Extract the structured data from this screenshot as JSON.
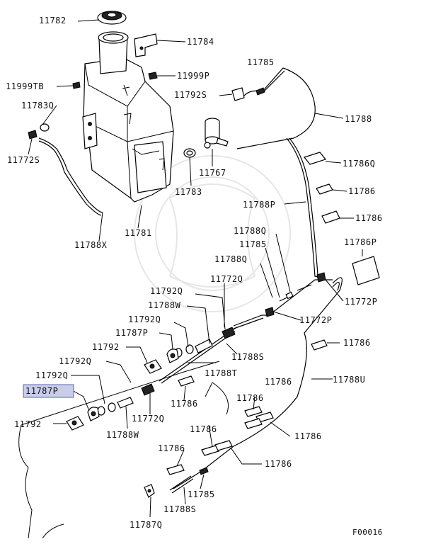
{
  "diagram_code": "F00016",
  "labels": {
    "l11782": "11782",
    "l11784": "11784",
    "l11999TB": "11999TB",
    "l11999P": "11999P",
    "l11785a": "11785",
    "l11792Sa": "11792S",
    "l11783Q": "11783Q",
    "l11788a": "11788",
    "l11772Sa": "11772S",
    "l11767": "11767",
    "l11786Qa": "11786Q",
    "l11783": "11783",
    "l11786a": "11786",
    "l11788P": "11788P",
    "l11786b": "11786",
    "l11781": "11781",
    "l11788X": "11788X",
    "l11788Qa": "11788Q",
    "l11785b": "11785",
    "l11786P": "11786P",
    "l11788Qb": "11788Q",
    "l11772Q": "11772Q",
    "l11792Qa": "11792Q",
    "l11772Pa": "11772P",
    "l11788W": "11788W",
    "l11792Qb": "11792Q",
    "l11772Pb": "11772P",
    "l11787Pa": "11787P",
    "l11786c": "11786",
    "l11792a": "11792",
    "l11788S": "11788S",
    "l11792Qc": "11792Q",
    "l11788T": "11788T",
    "l11792Qd": "11792Q",
    "l11788U": "11788U",
    "l11787Pb": "11787P",
    "l11786d": "11786",
    "l11786e": "11786",
    "l11792b": "11792",
    "l11772Qb": "11772Q",
    "l11786f": "11786",
    "l11788Wb": "11788W",
    "l11786g": "11786",
    "l11786h": "11786",
    "l11786i": "11786",
    "l11785c": "11785",
    "l11788Sb": "11788S",
    "l11787Q": "11787Q"
  },
  "highlighted_part": "11787P"
}
